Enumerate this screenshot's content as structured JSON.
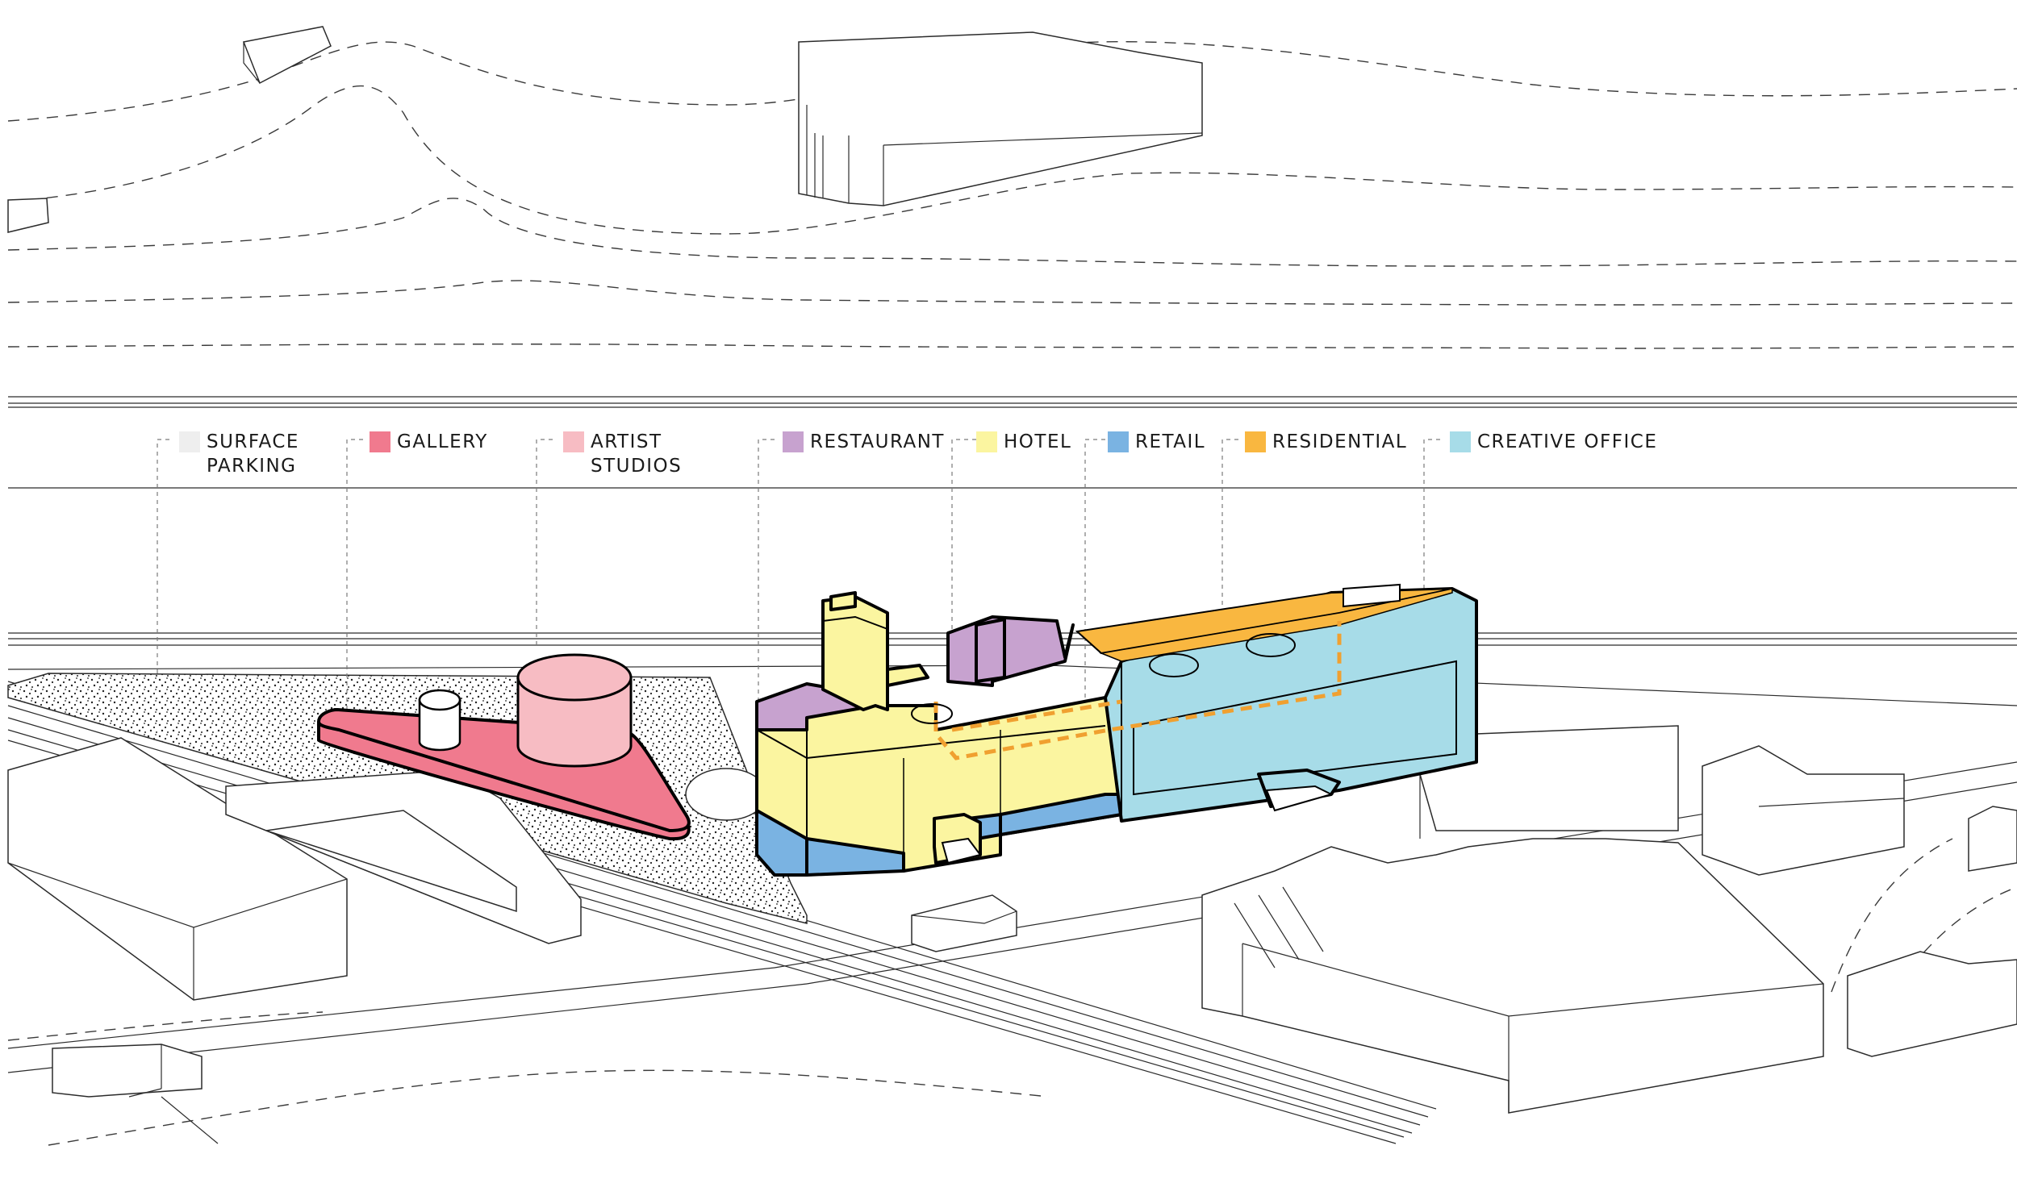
{
  "legend": [
    {
      "id": "surface-parking",
      "label": "SURFACE\nPARKING",
      "color": "#eeeeee"
    },
    {
      "id": "gallery",
      "label": "GALLERY",
      "color": "#f07a8e"
    },
    {
      "id": "artist-studios",
      "label": "ARTIST\nSTUDIOS",
      "color": "#f7bcc3"
    },
    {
      "id": "restaurant",
      "label": "RESTAURANT",
      "color": "#c7a2cf"
    },
    {
      "id": "hotel",
      "label": "HOTEL",
      "color": "#fbf5a0"
    },
    {
      "id": "retail",
      "label": "RETAIL",
      "color": "#7ab3e2"
    },
    {
      "id": "residential",
      "label": "RESIDENTIAL",
      "color": "#f9b740"
    },
    {
      "id": "creative-office",
      "label": "CREATIVE OFFICE",
      "color": "#a7dce8"
    }
  ],
  "colors": {
    "gallery": "#f07a8e",
    "artist_studios": "#f7bcc3",
    "restaurant": "#c7a2cf",
    "hotel": "#fbf5a0",
    "retail": "#7ab3e2",
    "residential": "#f9b740",
    "creative_office": "#a7dce8",
    "circulation": "#f0a030",
    "parking_ground": "#e6e6e6"
  }
}
